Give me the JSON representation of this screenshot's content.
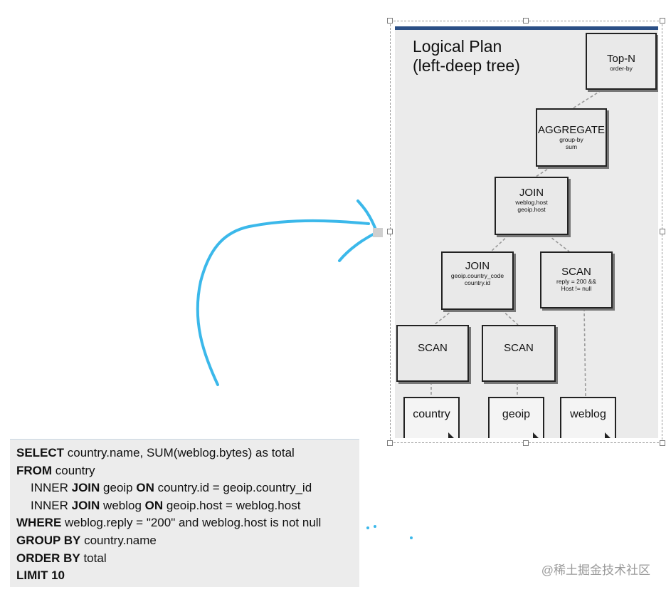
{
  "diagram": {
    "title_line1": "Logical Plan",
    "title_line2": "(left-deep tree)",
    "nodes": {
      "topn": {
        "name": "Top-N",
        "sub": [
          "order-by"
        ]
      },
      "aggregate": {
        "name": "AGGREGATE",
        "sub": [
          "group-by",
          "sum"
        ]
      },
      "join_outer": {
        "name": "JOIN",
        "sub": [
          "weblog.host",
          "geoip.host"
        ]
      },
      "join_inner": {
        "name": "JOIN",
        "sub": [
          "geoip.country_code",
          "country.id"
        ]
      },
      "scan_weblog": {
        "name": "SCAN",
        "sub": [
          "reply = 200 &&",
          "Host != null"
        ]
      },
      "scan_country": {
        "name": "SCAN"
      },
      "scan_geoip": {
        "name": "SCAN"
      }
    },
    "tables": {
      "country": "country",
      "geoip": "geoip",
      "weblog": "weblog"
    }
  },
  "sql": {
    "l1": {
      "k1": "SELECT",
      "t1": " country.name, SUM(weblog.bytes) as total"
    },
    "l2": {
      "k1": "FROM",
      "t1": " country"
    },
    "l3": {
      "t0": "INNER ",
      "k1": "JOIN",
      "t1": " geoip ",
      "k2": "ON",
      "t2": " country.id = geoip.country_id"
    },
    "l4": {
      "t0": "INNER ",
      "k1": "JOIN",
      "t1": " weblog ",
      "k2": "ON",
      "t2": " geoip.host = weblog.host"
    },
    "l5": {
      "k1": "WHERE",
      "t1": " weblog.reply = \"200\" and weblog.host is not null"
    },
    "l6": {
      "k1": "GROUP BY",
      "t1": " country.name"
    },
    "l7": {
      "k1": "ORDER BY",
      "t1": " total"
    },
    "l8": {
      "k1": "LIMIT 10"
    }
  },
  "watermark": "@稀土掘金技术社区",
  "colors": {
    "ink": "#3bb8ea",
    "panel_top": "#2b4f86"
  }
}
